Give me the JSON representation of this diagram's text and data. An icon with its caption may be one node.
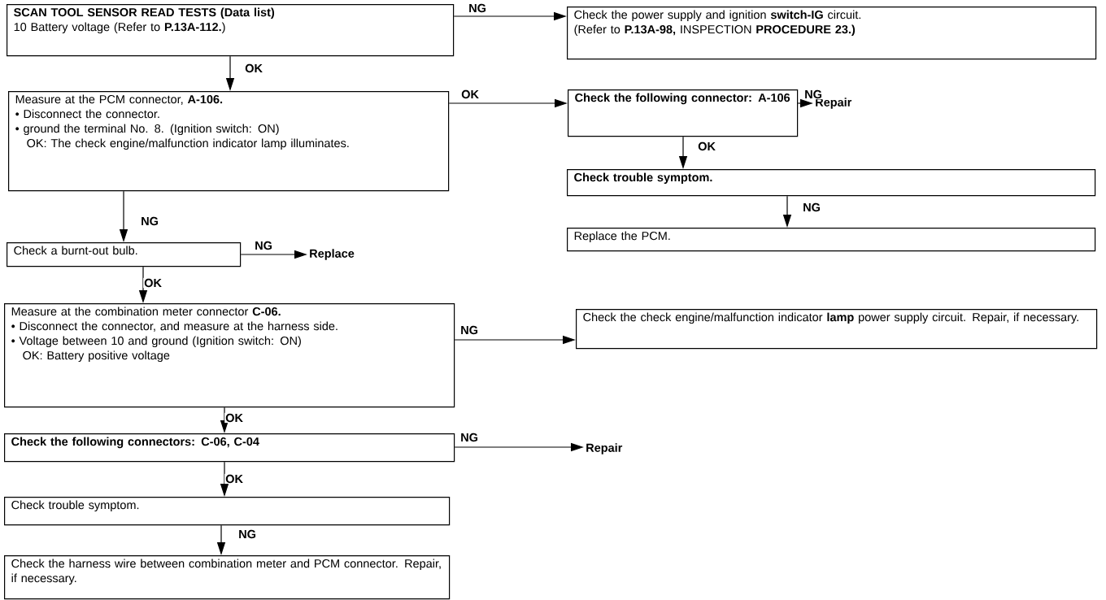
{
  "diagram": {
    "nodes": [
      {
        "text": [
          "SCAN TOOL SENSOR READ TESTS (Data list)",
          "10 Battery voltage (Refer to **P.13A-112.**)"
        ]
      },
      {
        "text": [
          "Check the power supply and ignition **switch-IG** circuit.",
          "(Refer to **P.13A-98,** INSPECTION **PROCEDURE 23.)**"
        ]
      },
      {
        "text": [
          "Measure at the PCM connector, **A-106.**",
          "• Disconnect the connector.",
          "• ground the terminal No. 8. (Ignition switch: ON)",
          "OK: The check engine/malfunction indicator lamp illuminates."
        ]
      },
      {
        "text": [
          "Check the following connector: A-106"
        ]
      },
      {
        "text": [
          "Repair"
        ]
      },
      {
        "text": [
          "Check trouble symptom."
        ]
      },
      {
        "text": [
          "Replace the PCM."
        ]
      },
      {
        "text": [
          "Check a burnt-out bulb."
        ]
      },
      {
        "text": [
          "Replace"
        ]
      },
      {
        "text": [
          "Measure at the combination meter connector **C-06.**",
          "• Disconnect the connector, and measure at the harness side.",
          "• Voltage between 10 and ground (Ignition switch: ON)",
          "OK: Battery positive voltage"
        ]
      },
      {
        "text": [
          "Check the check engine/malfunction indicator **lamp** power supply circuit. Repair, if necessary."
        ]
      },
      {
        "text": [
          "Check the following connectors: C-06, C-04"
        ]
      },
      {
        "text": [
          "Repair"
        ]
      },
      {
        "text": [
          "Check trouble symptom."
        ]
      },
      {
        "text": [
          "Check the harness wire between combination meter and PCM connector. Repair, if necessary."
        ]
      }
    ],
    "edges": [
      {
        "from": 0,
        "to": 1,
        "arrow": "to",
        "label": "NG"
      },
      {
        "from": 0,
        "to": 2,
        "arrow": "to",
        "label": "OK"
      },
      {
        "from": 2,
        "to": 3,
        "arrow": "to",
        "label": "OK"
      },
      {
        "from": 3,
        "to": 4,
        "arrow": "to",
        "label": "NG"
      },
      {
        "from": 3,
        "to": 5,
        "arrow": "to",
        "label": "OK"
      },
      {
        "from": 5,
        "to": 6,
        "arrow": "to",
        "label": "NG"
      },
      {
        "from": 2,
        "to": 7,
        "arrow": "to",
        "label": "NG"
      },
      {
        "from": 7,
        "to": 8,
        "arrow": "to",
        "label": "NG"
      },
      {
        "from": 7,
        "to": 9,
        "arrow": "to",
        "label": "OK"
      },
      {
        "from": 9,
        "to": 10,
        "arrow": "to",
        "label": "NG"
      },
      {
        "from": 9,
        "to": 11,
        "arrow": "to",
        "label": "OK"
      },
      {
        "from": 11,
        "to": 12,
        "arrow": "to",
        "label": "NG"
      },
      {
        "from": 11,
        "to": 13,
        "arrow": "to",
        "label": "OK"
      },
      {
        "from": 13,
        "to": 14,
        "arrow": "to",
        "label": "NG"
      }
    ]
  }
}
